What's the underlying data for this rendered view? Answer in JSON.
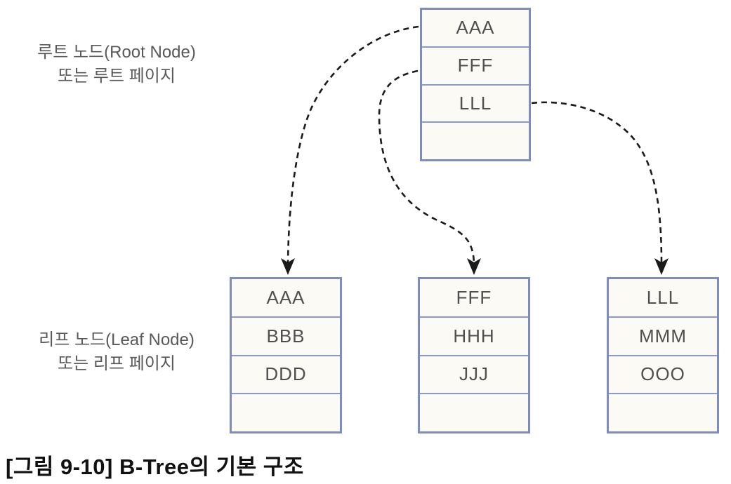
{
  "labels": {
    "root": {
      "line1": "루트 노드(Root Node)",
      "line2": "또는 루트 페이지"
    },
    "leaf": {
      "line1": "리프 노드(Leaf Node)",
      "line2": "또는 리프 페이지"
    }
  },
  "nodes": {
    "root": {
      "cells": [
        "AAA",
        "FFF",
        "LLL",
        ""
      ]
    },
    "leaf1": {
      "cells": [
        "AAA",
        "BBB",
        "DDD",
        ""
      ]
    },
    "leaf2": {
      "cells": [
        "FFF",
        "HHH",
        "JJJ",
        ""
      ]
    },
    "leaf3": {
      "cells": [
        "LLL",
        "MMM",
        "OOO",
        ""
      ]
    }
  },
  "caption": "[그림 9-10] B-Tree의 기본 구조",
  "colors": {
    "node_border": "#7d8cc2",
    "node_inner_border": "#8b99c8",
    "node_fill": "#fbfaf5",
    "arrow": "#1a1a1a",
    "label_text": "#595959",
    "cell_text": "#4f4f4f",
    "caption_text": "#111111"
  }
}
